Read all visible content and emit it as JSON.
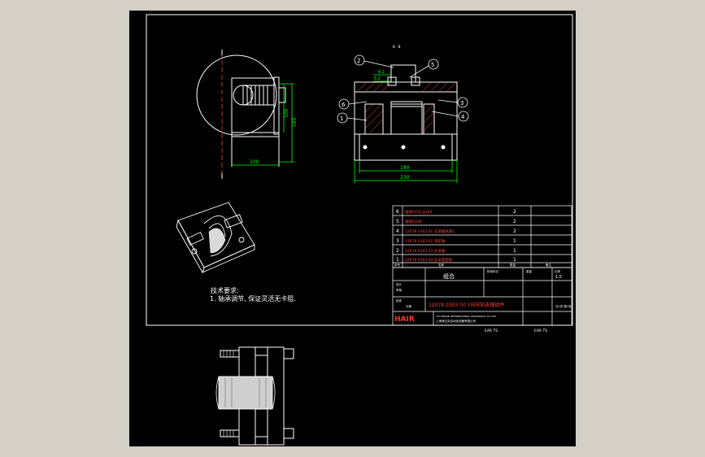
{
  "colors": {
    "background": "#d4d0c8",
    "viewport": "#000000",
    "line": "#ffffff",
    "dimension": "#00ff00",
    "hatch": "#ff5050",
    "table_text": "#ff4040",
    "logo": "#ff3030",
    "centerline": "#ff3333"
  },
  "front_view": {
    "dim_width": "100",
    "dim_height_inner": "100",
    "dim_height_outer": "165"
  },
  "section_view": {
    "section_label": "B - B",
    "dim_inner": "180",
    "dim_outer": "230",
    "dim_small_1": "8.2",
    "dim_small_2": "6.2",
    "callouts": [
      "1",
      "2",
      "3",
      "4",
      "5",
      "6"
    ]
  },
  "notes": {
    "title": "技术要求:",
    "line1": "1. 轴承调节, 保证灵活无卡阻."
  },
  "bom": {
    "rows": [
      {
        "no": "6",
        "name": "轴承6315 φ160",
        "qty": "2"
      },
      {
        "no": "5",
        "name": "轴承6308",
        "qty": "2"
      },
      {
        "no": "4",
        "name": "12078 0303 01 支承轴承座1",
        "qty": "2"
      },
      {
        "no": "3",
        "name": "12078 0303 02 滚轮轴",
        "qty": "1"
      },
      {
        "no": "2",
        "name": "12078 0303 03 支承轴",
        "qty": "1"
      },
      {
        "no": "1",
        "name": "12078 0303 04 支承底座板",
        "qty": "1"
      }
    ],
    "header": {
      "no": "序号",
      "name": "名称",
      "qty": "数量",
      "remark": "备注"
    }
  },
  "title_block": {
    "drawing_no": "12078 0303 00 Y向导轨支撑组件",
    "material": "组合",
    "scale": "1:5",
    "sheet": "共1张 第1张",
    "company": "HAIR",
    "company_line1": "YIXI KEDAN INTERNATIONAL (SHANGHAI) CO.,LTD",
    "company_line2": "上海海达克自动化设备有限公司",
    "weight_label": "重量",
    "scale_label": "比例",
    "drawn": "设计",
    "checked": "审核",
    "approved": "批准",
    "date": "日期",
    "stage": "阶段标记",
    "footer_left": "EAR TS",
    "footer_right": "EAR TS"
  }
}
